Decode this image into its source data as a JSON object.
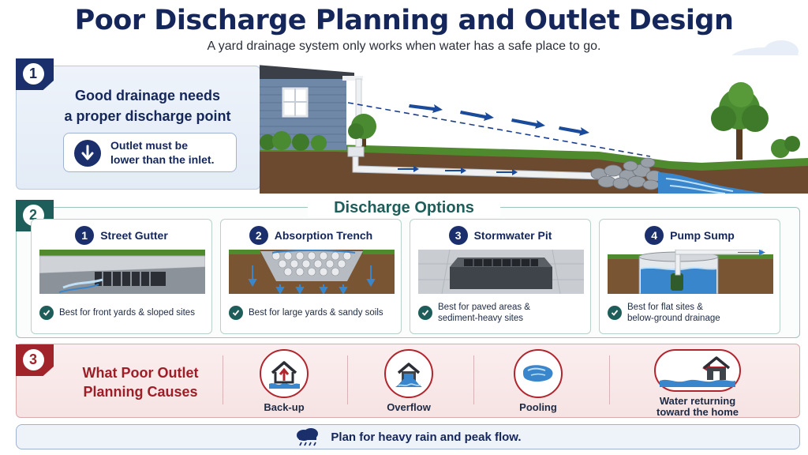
{
  "header": {
    "title": "Poor Discharge Planning and Outlet Design",
    "subtitle": "A yard drainage system only works when water has a safe place to go."
  },
  "section1": {
    "number": "1",
    "heading_line1": "Good drainage needs",
    "heading_line2": "a proper discharge point",
    "note_line1": "Outlet must be",
    "note_line2": "lower than the inlet.",
    "note_icon": "down-arrow-icon"
  },
  "section2": {
    "number": "2",
    "title": "Discharge Options",
    "options": [
      {
        "number": "1",
        "label": "Street Gutter",
        "best_line1": "Best for front yards & sloped sites",
        "best_line2": ""
      },
      {
        "number": "2",
        "label": "Absorption Trench",
        "best_line1": "Best for large yards & sandy soils",
        "best_line2": ""
      },
      {
        "number": "3",
        "label": "Stormwater Pit",
        "best_line1": "Best for paved areas &",
        "best_line2": "sediment-heavy sites"
      },
      {
        "number": "4",
        "label": "Pump Sump",
        "best_line1": "Best for flat sites &",
        "best_line2": "below-ground drainage"
      }
    ]
  },
  "section3": {
    "number": "3",
    "heading_line1": "What Poor Outlet",
    "heading_line2": "Planning Causes",
    "effects": [
      {
        "label_line1": "Back-up",
        "label_line2": "",
        "icon": "flooded-house-icon"
      },
      {
        "label_line1": "Overflow",
        "label_line2": "",
        "icon": "overflowing-pipe-icon"
      },
      {
        "label_line1": "Pooling",
        "label_line2": "",
        "icon": "puddle-icon"
      },
      {
        "label_line1": "Water returning",
        "label_line2": "toward the home",
        "icon": "water-return-house-icon"
      }
    ]
  },
  "footer": {
    "text": "Plan for heavy rain and peak flow.",
    "icon": "rain-cloud-icon"
  },
  "colors": {
    "navy": "#14265a",
    "teal": "#1d5e5a",
    "red": "#a1242b",
    "water": "#2f78c4"
  }
}
